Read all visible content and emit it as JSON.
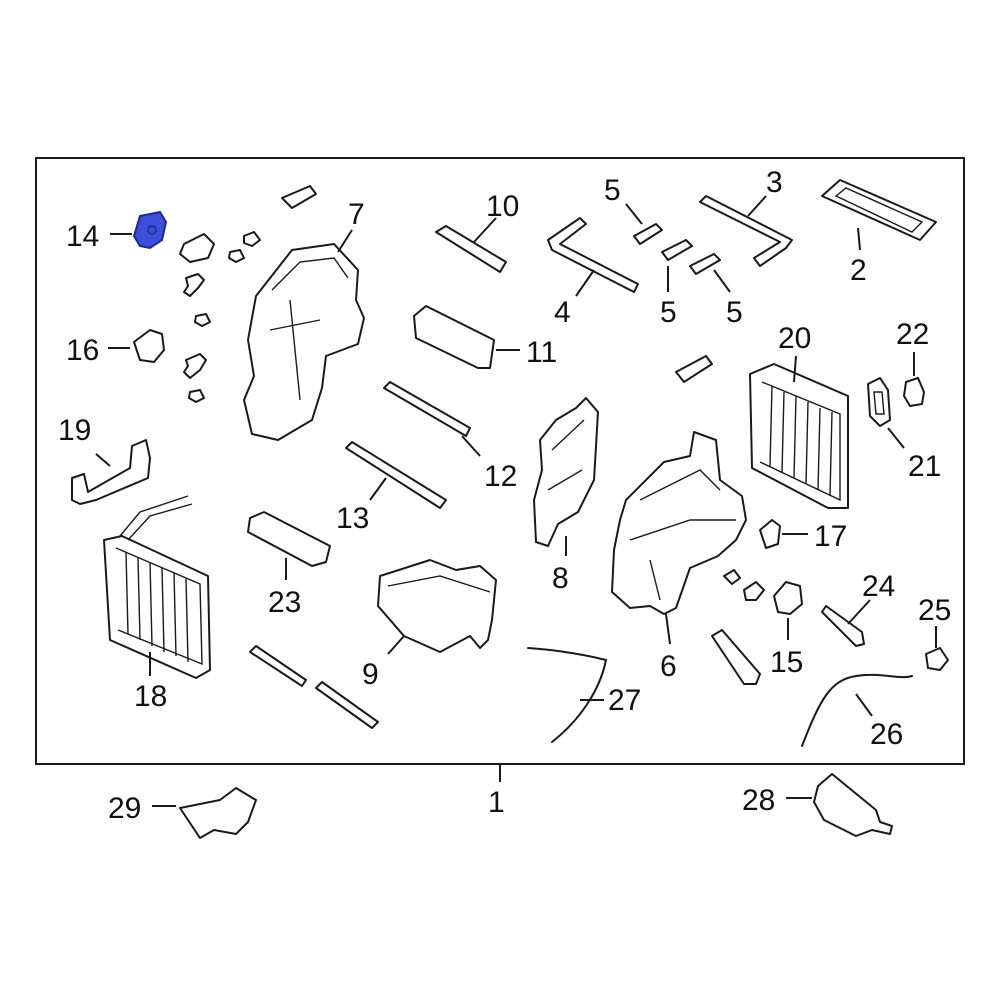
{
  "colors": {
    "line": "#1a1a1a",
    "highlight_fill": "#3b4fd8",
    "highlight_stroke": "#1e2a8a",
    "background": "#ffffff"
  },
  "callouts": {
    "c1": "1",
    "c2": "2",
    "c3": "3",
    "c4": "4",
    "c5a": "5",
    "c5b": "5",
    "c5c": "5",
    "c6": "6",
    "c7": "7",
    "c8": "8",
    "c9": "9",
    "c10": "10",
    "c11": "11",
    "c12": "12",
    "c13": "13",
    "c14": "14",
    "c15": "15",
    "c16": "16",
    "c17": "17",
    "c18": "18",
    "c19": "19",
    "c20": "20",
    "c21": "21",
    "c22": "22",
    "c23": "23",
    "c24": "24",
    "c25": "25",
    "c26": "26",
    "c27": "27",
    "c28": "28",
    "c29": "29"
  },
  "highlighted_part": "14"
}
